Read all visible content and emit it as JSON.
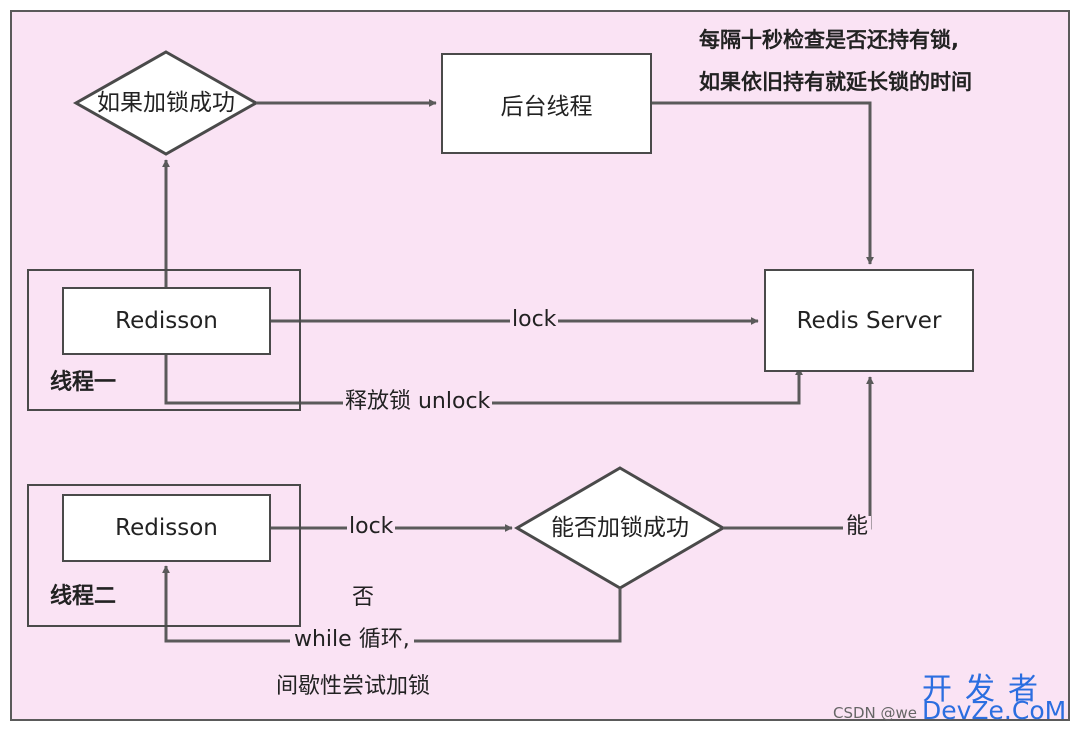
{
  "diagram": {
    "decision_lock_ok": "如果加锁成功",
    "background_thread": "后台线程",
    "note_line1": "每隔十秒检查是否还持有锁,",
    "note_line2": "如果依旧持有就延长锁的时间",
    "thread1": {
      "client": "Redisson",
      "label": "线程一"
    },
    "thread2": {
      "client": "Redisson",
      "label": "线程二"
    },
    "server": "Redis Server",
    "edge_lock_1": "lock",
    "edge_unlock": "释放锁 unlock",
    "edge_lock_2": "lock",
    "decision_can_lock": "能否加锁成功",
    "edge_yes": "能",
    "edge_no": "否",
    "retry_line1": "while 循环,",
    "retry_line2": "间歇性尝试加锁"
  },
  "watermark": {
    "cn": "开发者",
    "en": "DevZe.CoM",
    "csdn": "CSDN @we"
  },
  "colors": {
    "background": "#fae3f4",
    "line": "#5a5a5a",
    "watermark": "#2b6ee0"
  }
}
